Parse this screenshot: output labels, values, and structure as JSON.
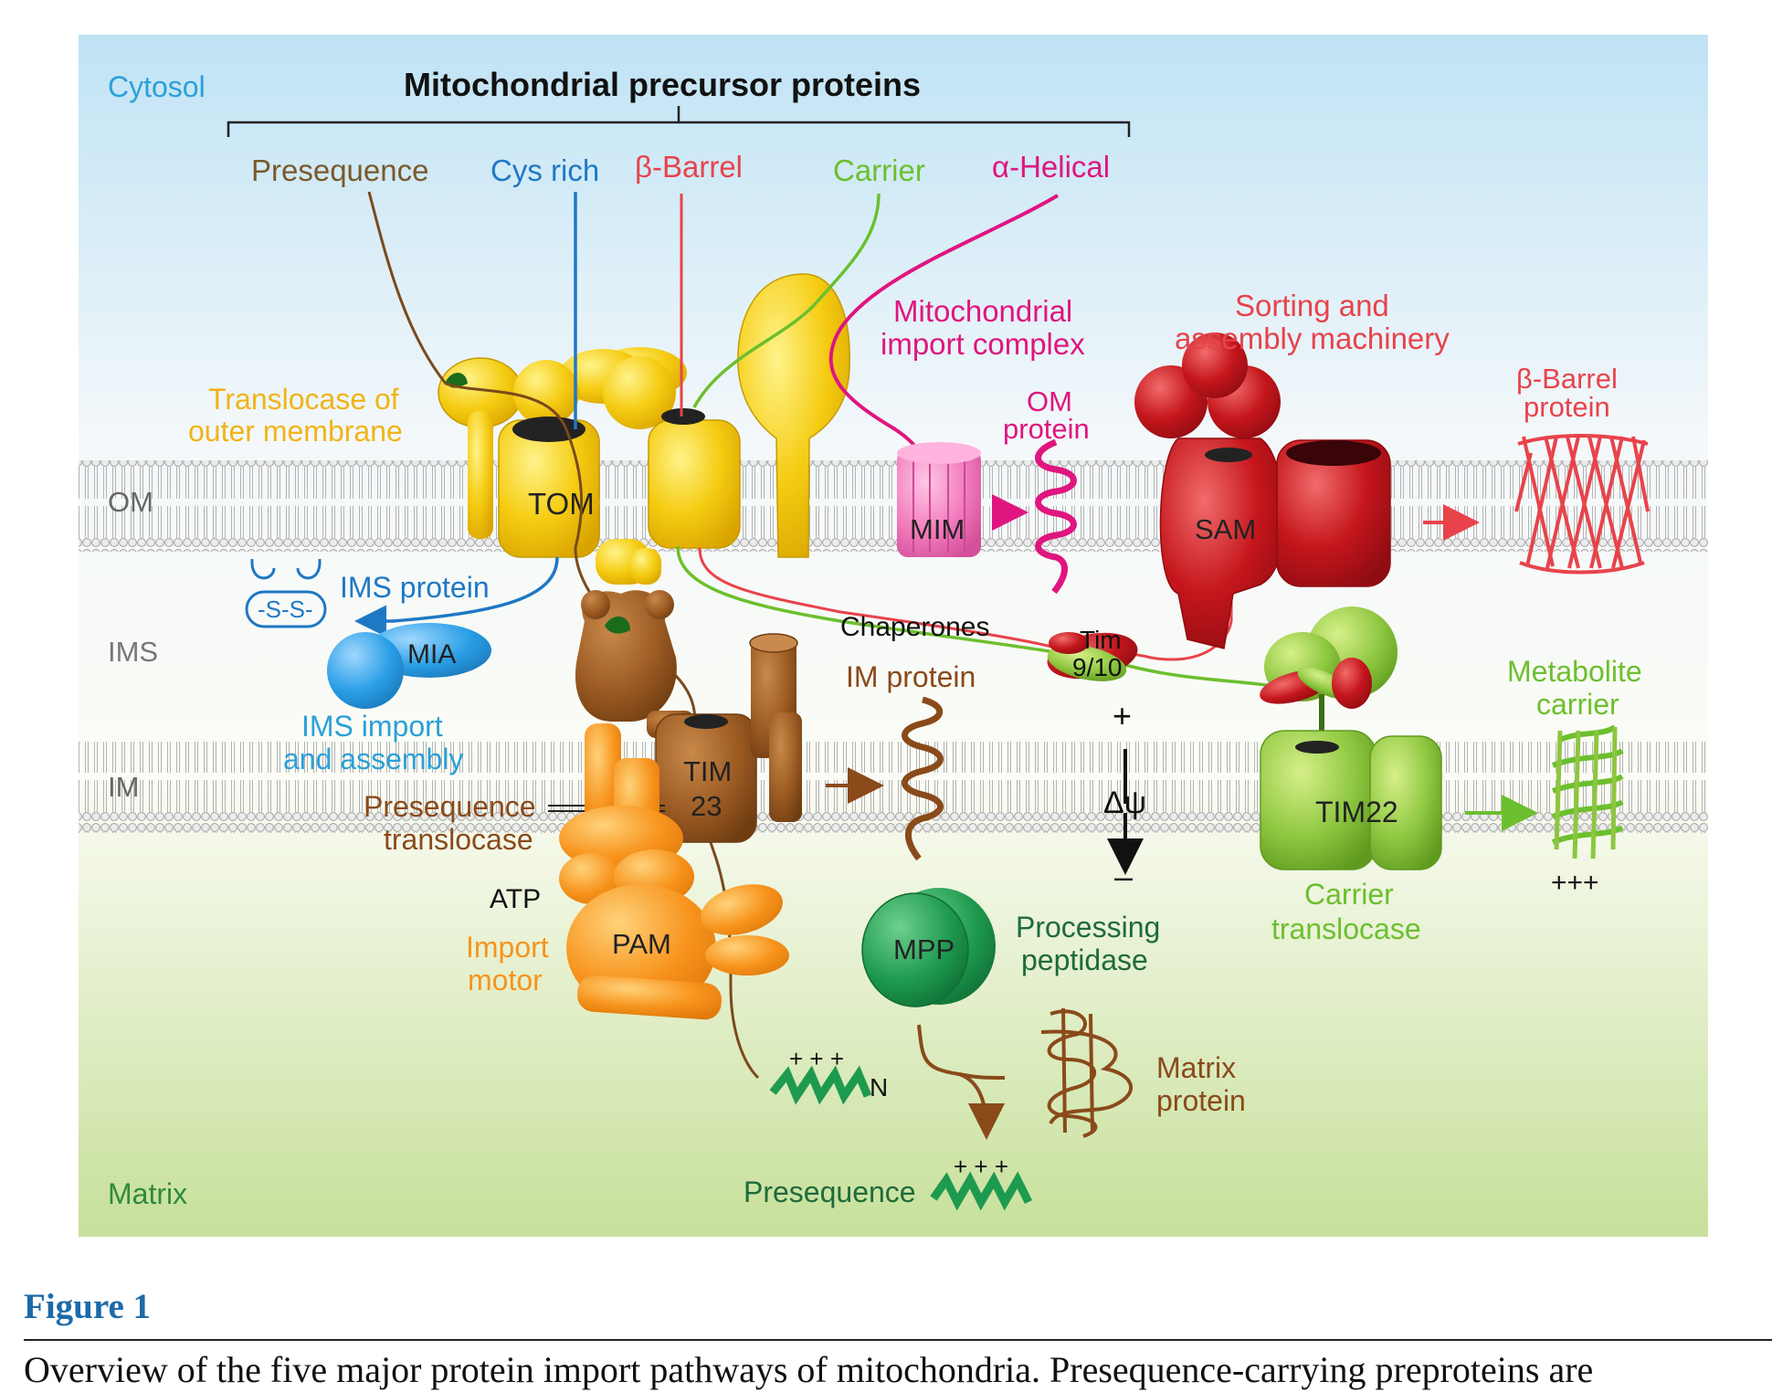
{
  "regions": {
    "cytosol": "Cytosol",
    "om": "OM",
    "ims": "IMS",
    "im": "IM",
    "matrix": "Matrix"
  },
  "precursors": {
    "title": "Mitochondrial precursor proteins",
    "presequence": "Presequence",
    "cys_rich": "Cys rich",
    "beta_barrel": "β-Barrel",
    "carrier": "Carrier",
    "alpha_helical": "α-Helical"
  },
  "tom": {
    "title_line1": "Translocase of",
    "title_line2": "outer membrane",
    "name": "TOM"
  },
  "mim": {
    "title_line1": "Mitochondrial",
    "title_line2": "import complex",
    "name": "MIM",
    "product_line1": "OM",
    "product_line2": "protein"
  },
  "sam": {
    "title_line1": "Sorting and",
    "title_line2": "assembly machinery",
    "name": "SAM",
    "product_line1": "β-Barrel",
    "product_line2": "protein"
  },
  "ims": {
    "ims_protein": "IMS protein",
    "disulfide": "-S-S-",
    "mia": "MIA",
    "assembly_line1": "IMS import",
    "assembly_line2": "and assembly"
  },
  "chaperones": {
    "label": "Chaperones",
    "tim_line1": "Tim",
    "tim_line2": "9/10"
  },
  "tim23": {
    "name_line1": "TIM",
    "name_line2": "23",
    "title_line1": "Presequence",
    "title_line2": "translocase",
    "im_protein": "IM  protein"
  },
  "membrane_potential": {
    "plus": "+",
    "symbol": "Δψ",
    "minus": "–"
  },
  "tim22": {
    "name": "TIM22",
    "title_line1": "Carrier",
    "title_line2": "translocase",
    "product_line1": "Metabolite",
    "product_line2": "carrier",
    "charges": "+++"
  },
  "pam": {
    "atp": "ATP",
    "name": "PAM",
    "title_line1": "Import",
    "title_line2": "motor"
  },
  "mpp": {
    "name": "MPP",
    "title_line1": "Processing",
    "title_line2": "peptidase"
  },
  "matrix_products": {
    "charges": "+ + +",
    "n_terminus": "N",
    "matrix_line1": "Matrix",
    "matrix_line2": "protein",
    "presequence": "Presequence",
    "presequence_charges": "+ + +"
  },
  "caption": {
    "heading": "Figure 1",
    "text": "Overview of the five major protein import pathways of mitochondria. Presequence-carrying preproteins are"
  },
  "colors": {
    "tom": "#f5cc12",
    "presequence": "#7a4a1c",
    "cys_rich": "#1f78c4",
    "beta_barrel": "#e8434b",
    "carrier": "#6cbf2e",
    "alpha_helical": "#e0157f",
    "sam": "#c4161c",
    "mim": "#f27bbd",
    "pam": "#f7941d",
    "mpp": "#1e9a4f",
    "tim22": "#8dc63f"
  }
}
